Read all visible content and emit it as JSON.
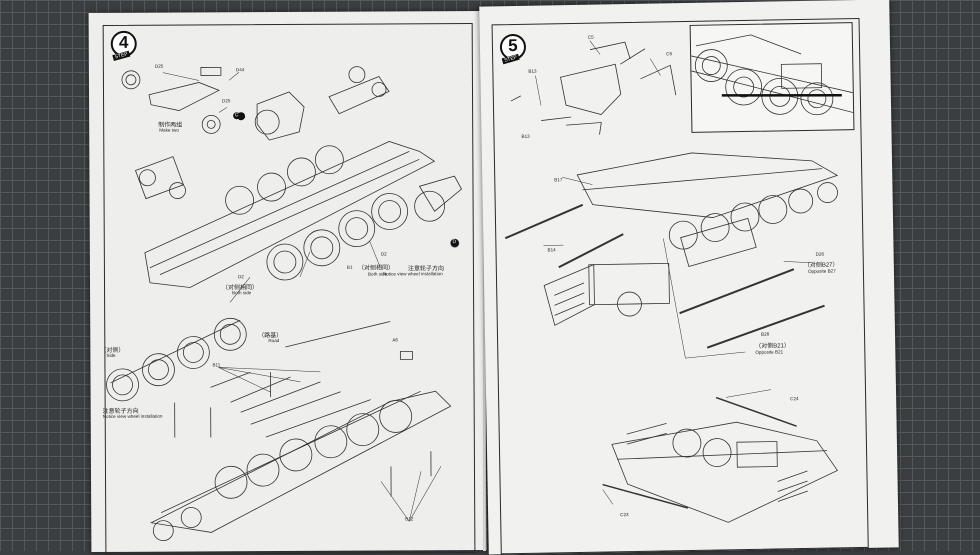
{
  "left_page": {
    "step_number": "4",
    "step_tag": "STEP",
    "labels": {
      "d25_top": "D25",
      "d44": "D44",
      "d25_mid": "D25",
      "make_two_cn": "制作两组",
      "make_two_en": "Make two",
      "circle_c": "C",
      "b1": "B1",
      "d2_right": "D2",
      "both_side_cn": "（对侧相同）",
      "both_side_en": "Both side",
      "notice_cn_right": "注意轮子方向",
      "notice_en_right": "Notice view wheel installation",
      "d2_left": "D2",
      "both_side_cn_left": "（对侧相同）",
      "both_side_en_left": "Both side",
      "side_cn": "（对侧）",
      "side_en": "Side",
      "road_cn": "（路基）",
      "road_en": "Road",
      "a6": "A6",
      "b11": "B11",
      "notice_cn_left": "注意轮子方向",
      "notice_en_left": "Notice view wheel installation",
      "b12": "B12",
      "circle_d": "D"
    }
  },
  "right_page": {
    "step_number": "5",
    "step_tag": "STEP",
    "labels": {
      "c5": "C5",
      "c6": "C6",
      "b13_top": "B13",
      "b13_bottom": "B13",
      "b17": "B17",
      "b14": "B14",
      "d26": "D26",
      "opp_b27_cn": "（对侧B27）",
      "opp_b27_en": "Opposite B27",
      "b28": "B28",
      "opp_b21_cn": "（对侧B21）",
      "opp_b21_en": "Opposite B21",
      "c24": "C24",
      "c23": "C23"
    }
  }
}
